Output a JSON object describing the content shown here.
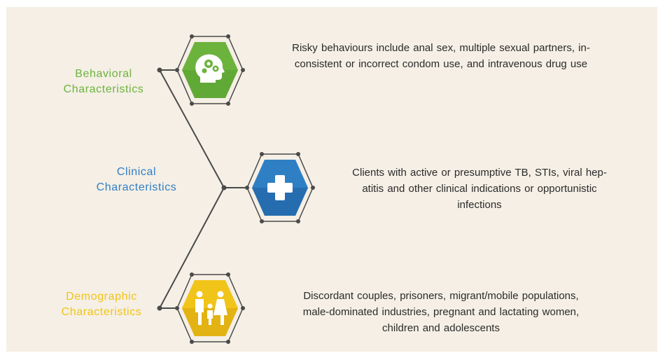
{
  "colors": {
    "background": "#f5efe5",
    "connector": "#4a4a4a",
    "behavioral": "#6cb33e",
    "clinical": "#2f7fc4",
    "demographic": "#f0c419"
  },
  "rows": [
    {
      "category": [
        "Behavioral",
        "Characteristics"
      ],
      "icon": "head-gears-icon",
      "description": [
        "Risky behaviours include anal sex, multiple sexual partners, in-",
        "consistent or incorrect condom use, and intravenous drug use"
      ]
    },
    {
      "category": [
        "Clinical",
        "Characteristics"
      ],
      "icon": "medical-cross-icon",
      "description": [
        "Clients with active or presumptive TB, STIs, viral hep-",
        "atitis and other clinical indications or opportunistic",
        "infections"
      ]
    },
    {
      "category": [
        "Demographic",
        "Characteristics"
      ],
      "icon": "family-icon",
      "description": [
        "Discordant couples, prisoners, migrant/mobile populations,",
        "male-dominated industries, pregnant and lactating women,",
        "children and adolescents"
      ]
    }
  ]
}
